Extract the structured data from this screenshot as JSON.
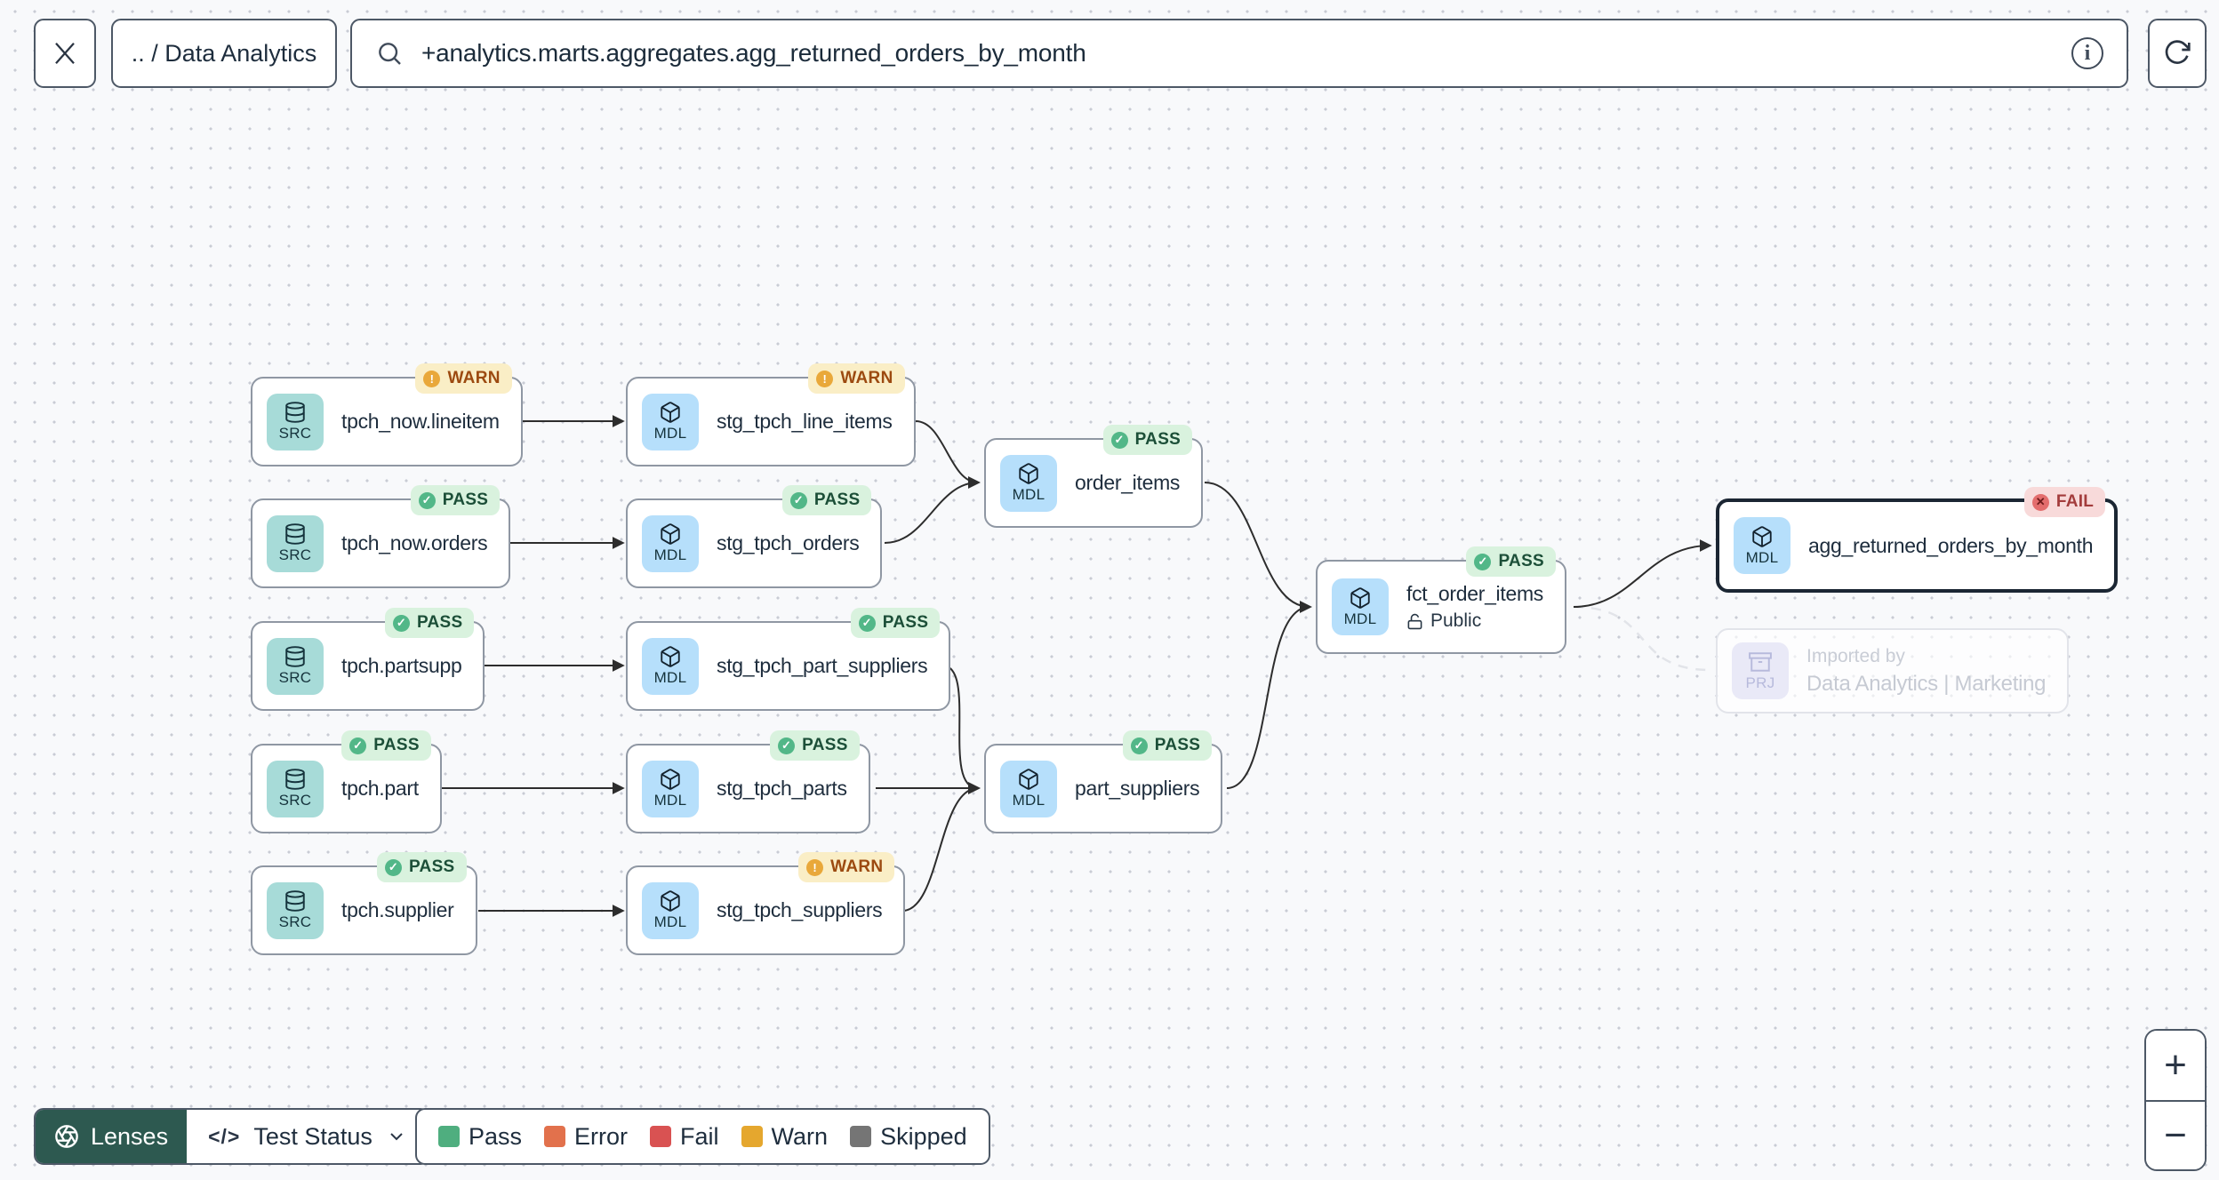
{
  "topbar": {
    "breadcrumb": ".. / Data Analytics",
    "search": {
      "value": "+analytics.marts.aggregates.agg_returned_orders_by_month"
    }
  },
  "icons": {
    "pass_glyph": "✓",
    "warn_glyph": "!",
    "fail_glyph": "✕",
    "code_glyph": "</>",
    "info_glyph": "i",
    "zoom_in_glyph": "+",
    "zoom_out_glyph": "−"
  },
  "nodes": [
    {
      "id": "tpch_now_lineitem",
      "type": "SRC",
      "label": "tpch_now.lineitem",
      "status": "WARN"
    },
    {
      "id": "tpch_now_orders",
      "type": "SRC",
      "label": "tpch_now.orders",
      "status": "PASS"
    },
    {
      "id": "tpch_partsupp",
      "type": "SRC",
      "label": "tpch.partsupp",
      "status": "PASS"
    },
    {
      "id": "tpch_part",
      "type": "SRC",
      "label": "tpch.part",
      "status": "PASS"
    },
    {
      "id": "tpch_supplier",
      "type": "SRC",
      "label": "tpch.supplier",
      "status": "PASS"
    },
    {
      "id": "stg_tpch_line_items",
      "type": "MDL",
      "label": "stg_tpch_line_items",
      "status": "WARN"
    },
    {
      "id": "stg_tpch_orders",
      "type": "MDL",
      "label": "stg_tpch_orders",
      "status": "PASS"
    },
    {
      "id": "stg_tpch_part_suppliers",
      "type": "MDL",
      "label": "stg_tpch_part_suppliers",
      "status": "PASS"
    },
    {
      "id": "stg_tpch_parts",
      "type": "MDL",
      "label": "stg_tpch_parts",
      "status": "PASS"
    },
    {
      "id": "stg_tpch_suppliers",
      "type": "MDL",
      "label": "stg_tpch_suppliers",
      "status": "WARN"
    },
    {
      "id": "order_items",
      "type": "MDL",
      "label": "order_items",
      "status": "PASS"
    },
    {
      "id": "part_suppliers",
      "type": "MDL",
      "label": "part_suppliers",
      "status": "PASS"
    },
    {
      "id": "fct_order_items",
      "type": "MDL",
      "label": "fct_order_items",
      "status": "PASS",
      "access": "Public"
    },
    {
      "id": "agg_returned_orders_by_month",
      "type": "MDL",
      "label": "agg_returned_orders_by_month",
      "status": "FAIL",
      "selected": true
    },
    {
      "id": "imported_by_project",
      "type": "PRJ",
      "title": "Imported by",
      "label": "Data Analytics | Marketing",
      "faded": true
    }
  ],
  "footer": {
    "lenses_label": "Lenses",
    "lens_selected": "Test Status",
    "legend": [
      {
        "label": "Pass",
        "color": "#4fae7f"
      },
      {
        "label": "Error",
        "color": "#e2714c"
      },
      {
        "label": "Fail",
        "color": "#d95252"
      },
      {
        "label": "Warn",
        "color": "#e5a72e"
      },
      {
        "label": "Skipped",
        "color": "#757575"
      }
    ]
  }
}
